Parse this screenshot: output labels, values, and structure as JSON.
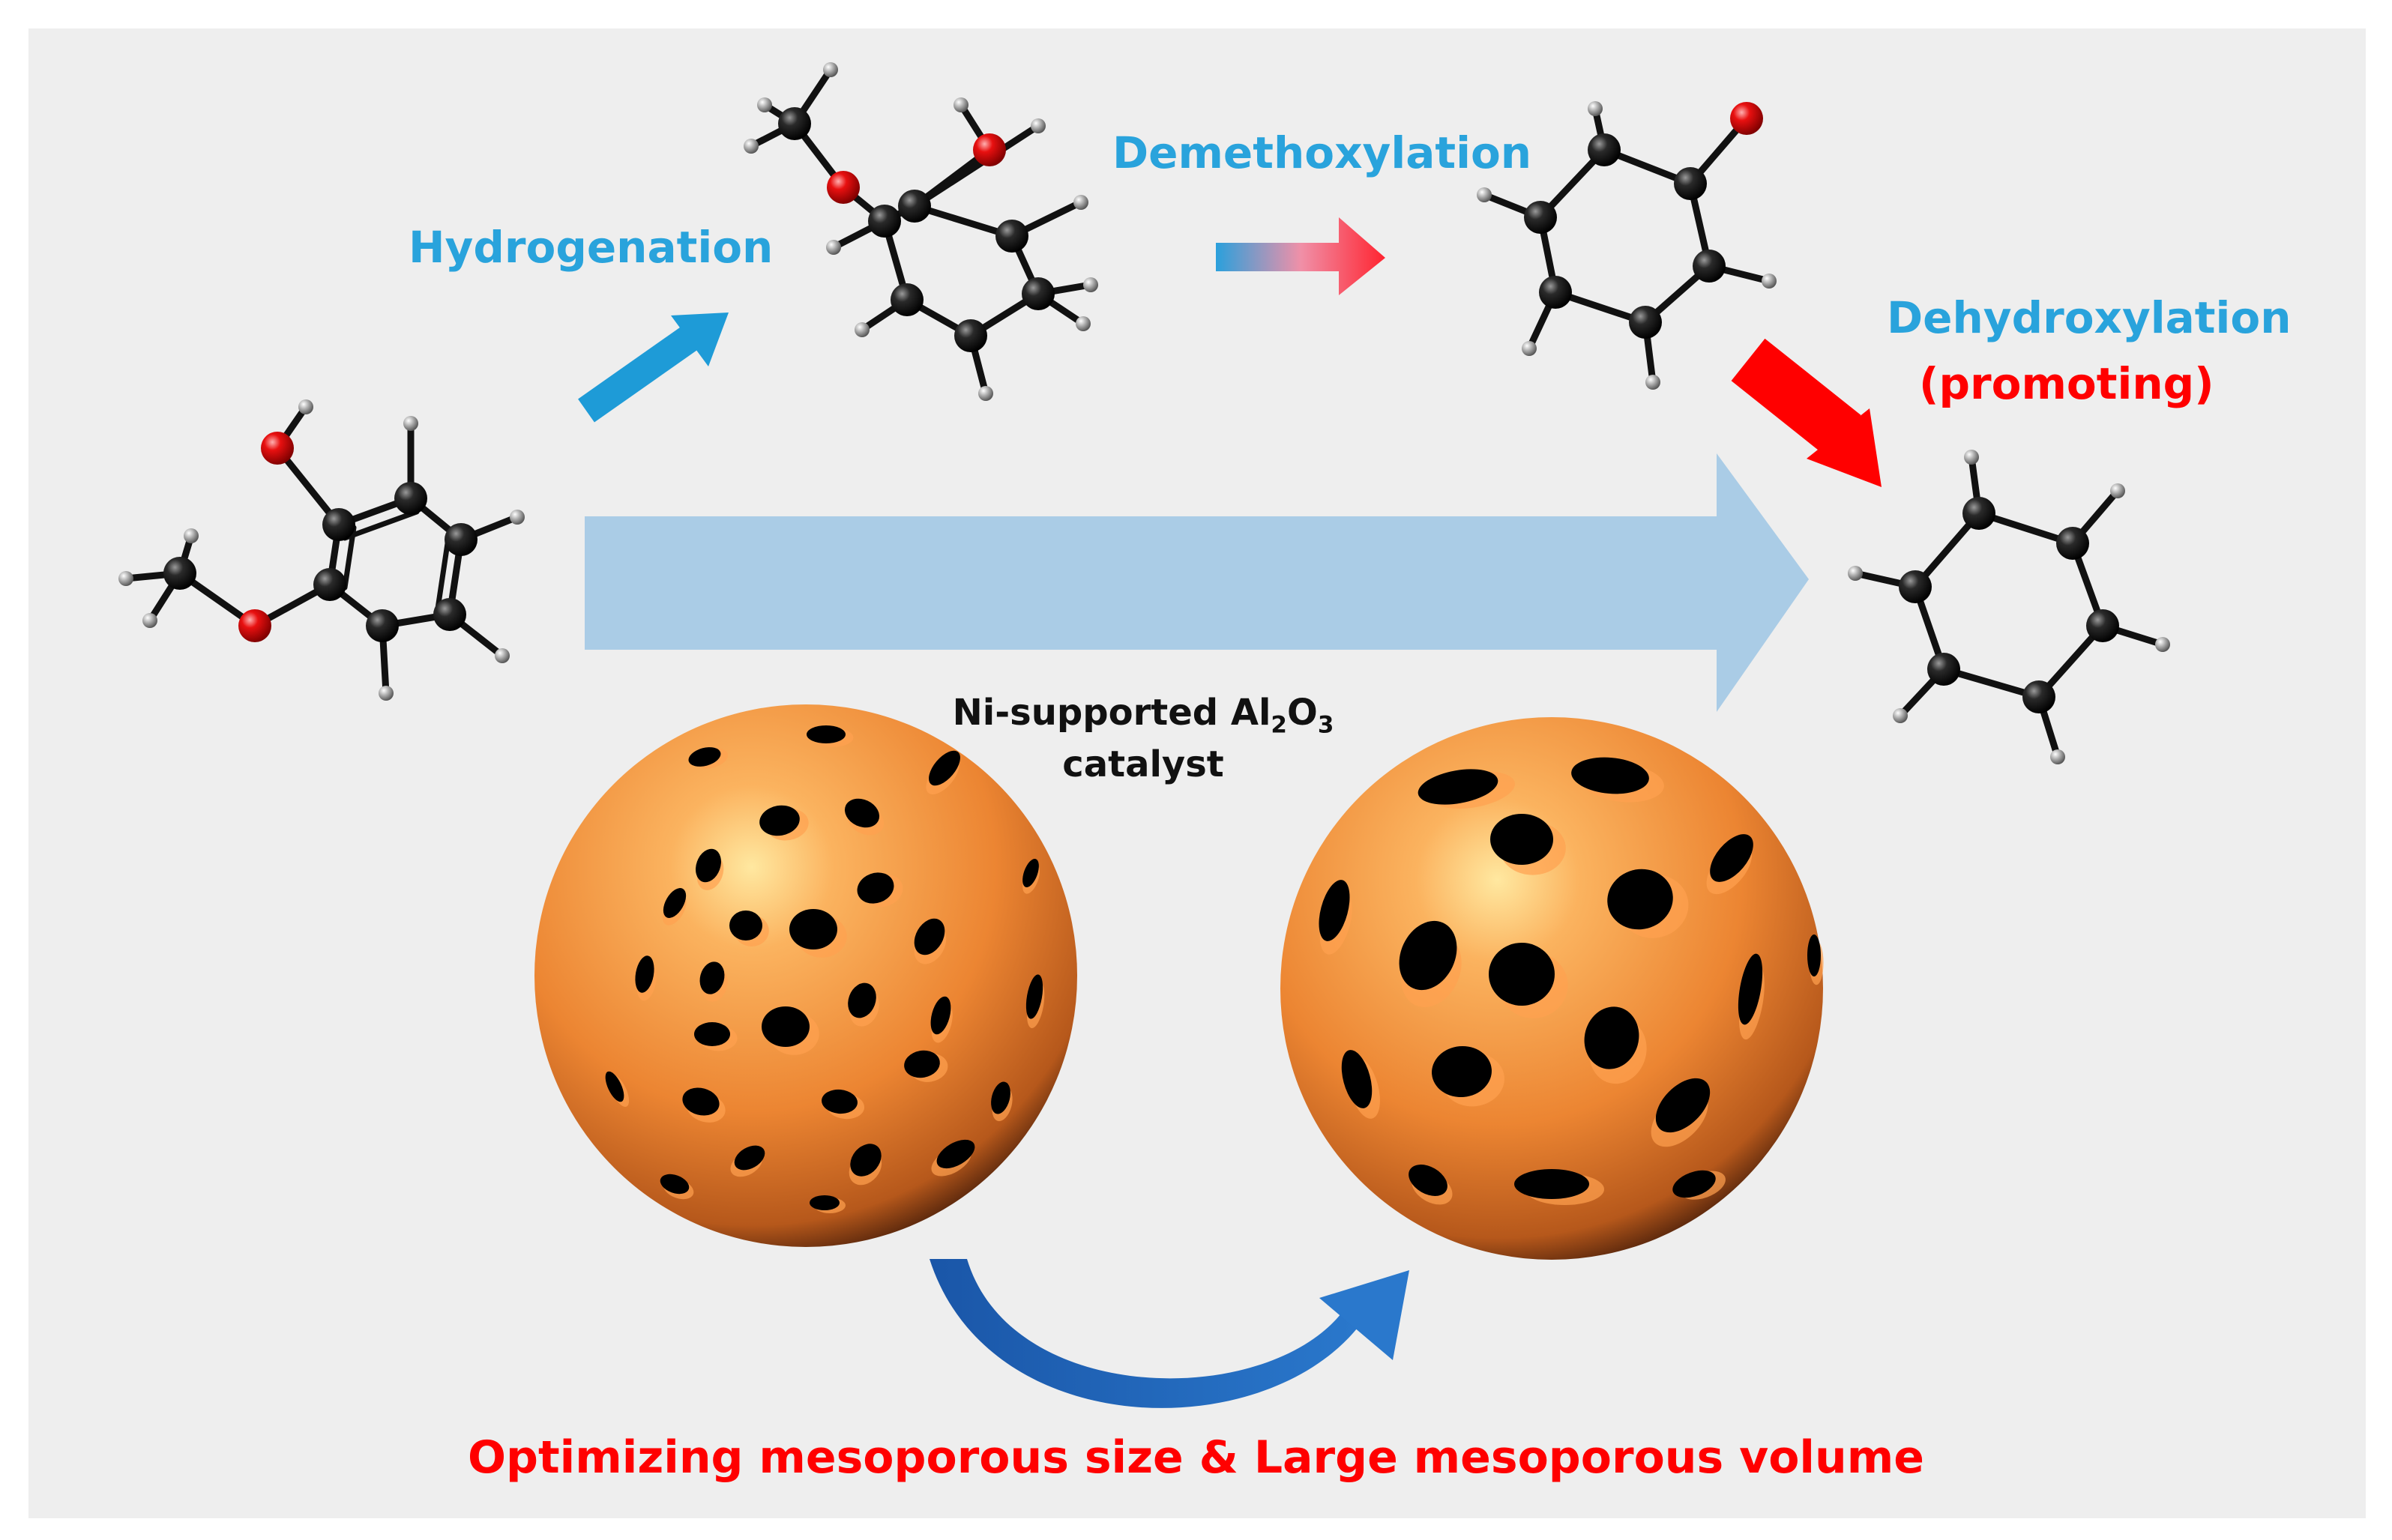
{
  "labels": {
    "hydrogenation": "Hydrogenation",
    "demethoxylation": "Demethoxylation",
    "dehydroxylation": "Dehydroxylation",
    "promoting": "(promoting)",
    "catalyst_prefix": "Ni-supported Al",
    "catalyst_sub1": "2",
    "catalyst_mid": "O",
    "catalyst_sub2": "3",
    "catalyst_suffix": "catalyst",
    "caption": "Optimizing mesoporous size & Large mesoporous volume"
  },
  "molecules": [
    "guaiacol",
    "2-methoxycyclohexanol",
    "phenol",
    "benzene"
  ],
  "colors": {
    "panel": "#eeeeee",
    "label_blue": "#29a3dc",
    "label_red": "#ff0000",
    "big_arrow": "#aacce6",
    "hydrogenation_arrow": "#1e9bd7",
    "dehydroxylation_arrow": "#ff0000",
    "curved_arrow": "#1a5fb0",
    "sphere": "#f08a3c",
    "carbon": "#111111",
    "oxygen": "#e01010",
    "hydrogen": "#9a9a9a"
  }
}
